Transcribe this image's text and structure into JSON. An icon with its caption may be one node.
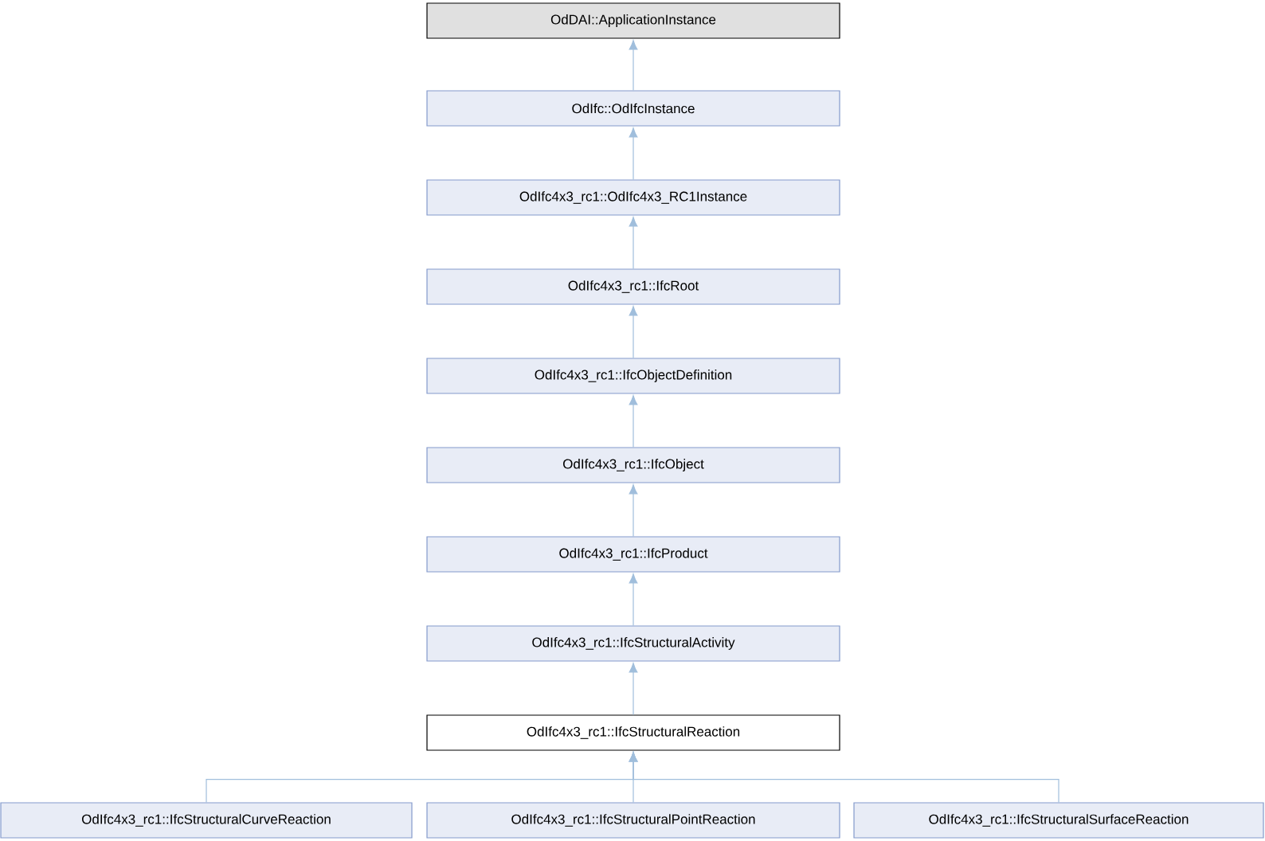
{
  "diagram": {
    "nodes": [
      {
        "text": [
          "OdDAI::ApplicationInstance"
        ]
      },
      {
        "text": [
          "OdIfc::OdIfcInstance"
        ]
      },
      {
        "text": [
          "OdIfc4x3_rc1::OdIfc4x3_RC1Instance"
        ]
      },
      {
        "text": [
          "OdIfc4x3_rc1::IfcRoot"
        ]
      },
      {
        "text": [
          "OdIfc4x3_rc1::IfcObjectDefinition"
        ]
      },
      {
        "text": [
          "OdIfc4x3_rc1::IfcObject"
        ]
      },
      {
        "text": [
          "OdIfc4x3_rc1::IfcProduct"
        ]
      },
      {
        "text": [
          "OdIfc4x3_rc1::IfcStructuralActivity"
        ]
      },
      {
        "text": [
          "OdIfc4x3_rc1::IfcStructuralReaction"
        ]
      },
      {
        "text": [
          "OdIfc4x3_rc1::IfcStructuralCurveReaction"
        ]
      },
      {
        "text": [
          "OdIfc4x3_rc1::IfcStructuralPointReaction"
        ]
      },
      {
        "text": [
          "OdIfc4x3_rc1::IfcStructuralSurfaceReaction"
        ]
      }
    ],
    "edges": [
      {
        "from": 1,
        "to": 0,
        "arrow": "to"
      },
      {
        "from": 2,
        "to": 1,
        "arrow": "to"
      },
      {
        "from": 3,
        "to": 2,
        "arrow": "to"
      },
      {
        "from": 4,
        "to": 3,
        "arrow": "to"
      },
      {
        "from": 5,
        "to": 4,
        "arrow": "to"
      },
      {
        "from": 6,
        "to": 5,
        "arrow": "to"
      },
      {
        "from": 7,
        "to": 6,
        "arrow": "to"
      },
      {
        "from": 8,
        "to": 7,
        "arrow": "to"
      },
      {
        "from": 9,
        "to": 8,
        "arrow": "to"
      },
      {
        "from": 10,
        "to": 8,
        "arrow": "to"
      },
      {
        "from": 11,
        "to": 8,
        "arrow": "to"
      }
    ]
  }
}
